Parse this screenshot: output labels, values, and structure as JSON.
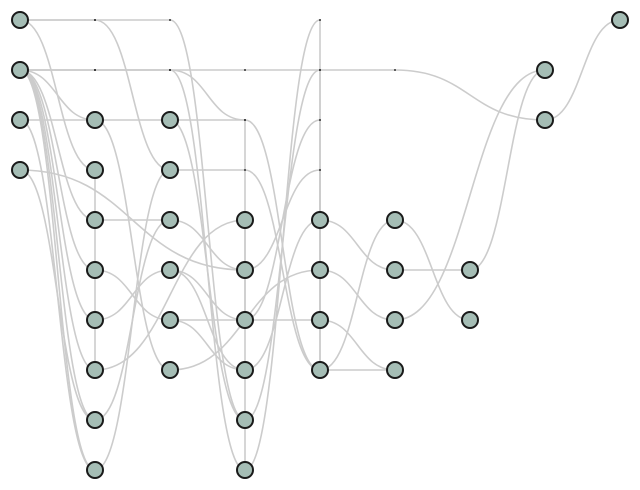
{
  "colors": {
    "background": "#ffffff",
    "node_fill": "#a5bdb5",
    "node_stroke": "#1a1a1a",
    "edge": "#cccccc",
    "dummy_dot": "#333333"
  },
  "graph": {
    "layers": 9,
    "node_count": 44,
    "edge_count": 50,
    "layer_nodes": [
      [
        0,
        1,
        2,
        3
      ],
      [
        4,
        5,
        6,
        7,
        8,
        9,
        10,
        11
      ],
      [
        12,
        13,
        14,
        15,
        16,
        17
      ],
      [
        18,
        19,
        20,
        21,
        22,
        23
      ],
      [
        24,
        25,
        26,
        27
      ],
      [
        28,
        29,
        30,
        31
      ],
      [
        32,
        33
      ],
      [
        34,
        35
      ],
      [
        36
      ]
    ],
    "edges": [
      [
        0,
        5
      ],
      [
        0,
        13
      ],
      [
        0,
        22
      ],
      [
        1,
        4
      ],
      [
        1,
        6
      ],
      [
        1,
        7
      ],
      [
        1,
        8
      ],
      [
        1,
        9
      ],
      [
        1,
        10
      ],
      [
        1,
        11
      ],
      [
        1,
        23
      ],
      [
        1,
        27
      ],
      [
        1,
        35
      ],
      [
        2,
        11
      ],
      [
        2,
        12
      ],
      [
        3,
        10
      ],
      [
        3,
        19
      ],
      [
        4,
        17
      ],
      [
        5,
        9
      ],
      [
        6,
        14
      ],
      [
        7,
        16
      ],
      [
        8,
        15
      ],
      [
        9,
        18
      ],
      [
        10,
        14
      ],
      [
        11,
        13
      ],
      [
        12,
        22
      ],
      [
        12,
        23
      ],
      [
        13,
        27
      ],
      [
        14,
        19
      ],
      [
        15,
        20
      ],
      [
        15,
        21
      ],
      [
        16,
        21
      ],
      [
        16,
        26
      ],
      [
        17,
        25
      ],
      [
        18,
        20
      ],
      [
        19,
        26
      ],
      [
        20,
        27
      ],
      [
        21,
        24
      ],
      [
        22,
        27
      ],
      [
        23,
        26
      ],
      [
        24,
        29
      ],
      [
        25,
        30
      ],
      [
        26,
        31
      ],
      [
        27,
        28
      ],
      [
        27,
        31
      ],
      [
        28,
        33
      ],
      [
        29,
        32
      ],
      [
        30,
        34
      ],
      [
        32,
        34
      ],
      [
        35,
        36
      ]
    ]
  }
}
